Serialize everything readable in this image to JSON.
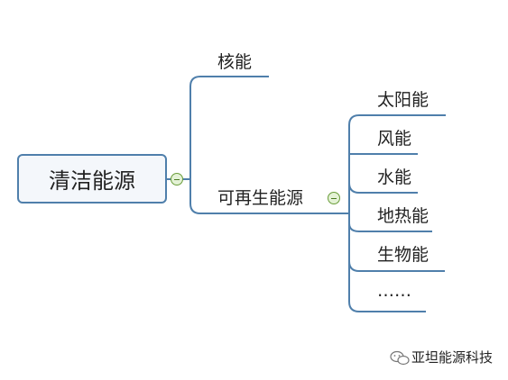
{
  "root": {
    "label": "清洁能源"
  },
  "branches": [
    {
      "label": "核能"
    },
    {
      "label": "可再生能源",
      "children": [
        "太阳能",
        "风能",
        "水能",
        "地热能",
        "生物能",
        "……"
      ]
    }
  ],
  "watermark": {
    "text": "亚坦能源科技",
    "icon": "wechat-icon"
  },
  "colors": {
    "line": "#4f7fab",
    "collapse_fill": "#e4f2d6",
    "collapse_border": "#6a9d3a"
  }
}
